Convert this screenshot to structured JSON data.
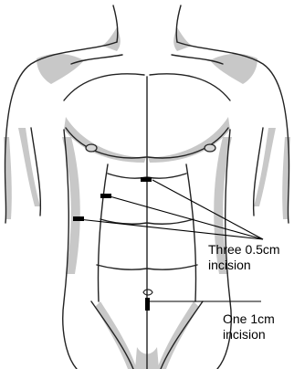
{
  "labels": {
    "three_incisions": {
      "line1": "Three 0.5cm",
      "line2": "incision"
    },
    "one_incision": {
      "line1": "One 1cm",
      "line2": "incision"
    }
  },
  "colors": {
    "background": "#ffffff",
    "outline": "#222222",
    "shading": "#c8c8c8",
    "marker": "#000000",
    "text": "#000000"
  },
  "marks": {
    "small_incision_count": 3,
    "large_incision_count": 1
  }
}
